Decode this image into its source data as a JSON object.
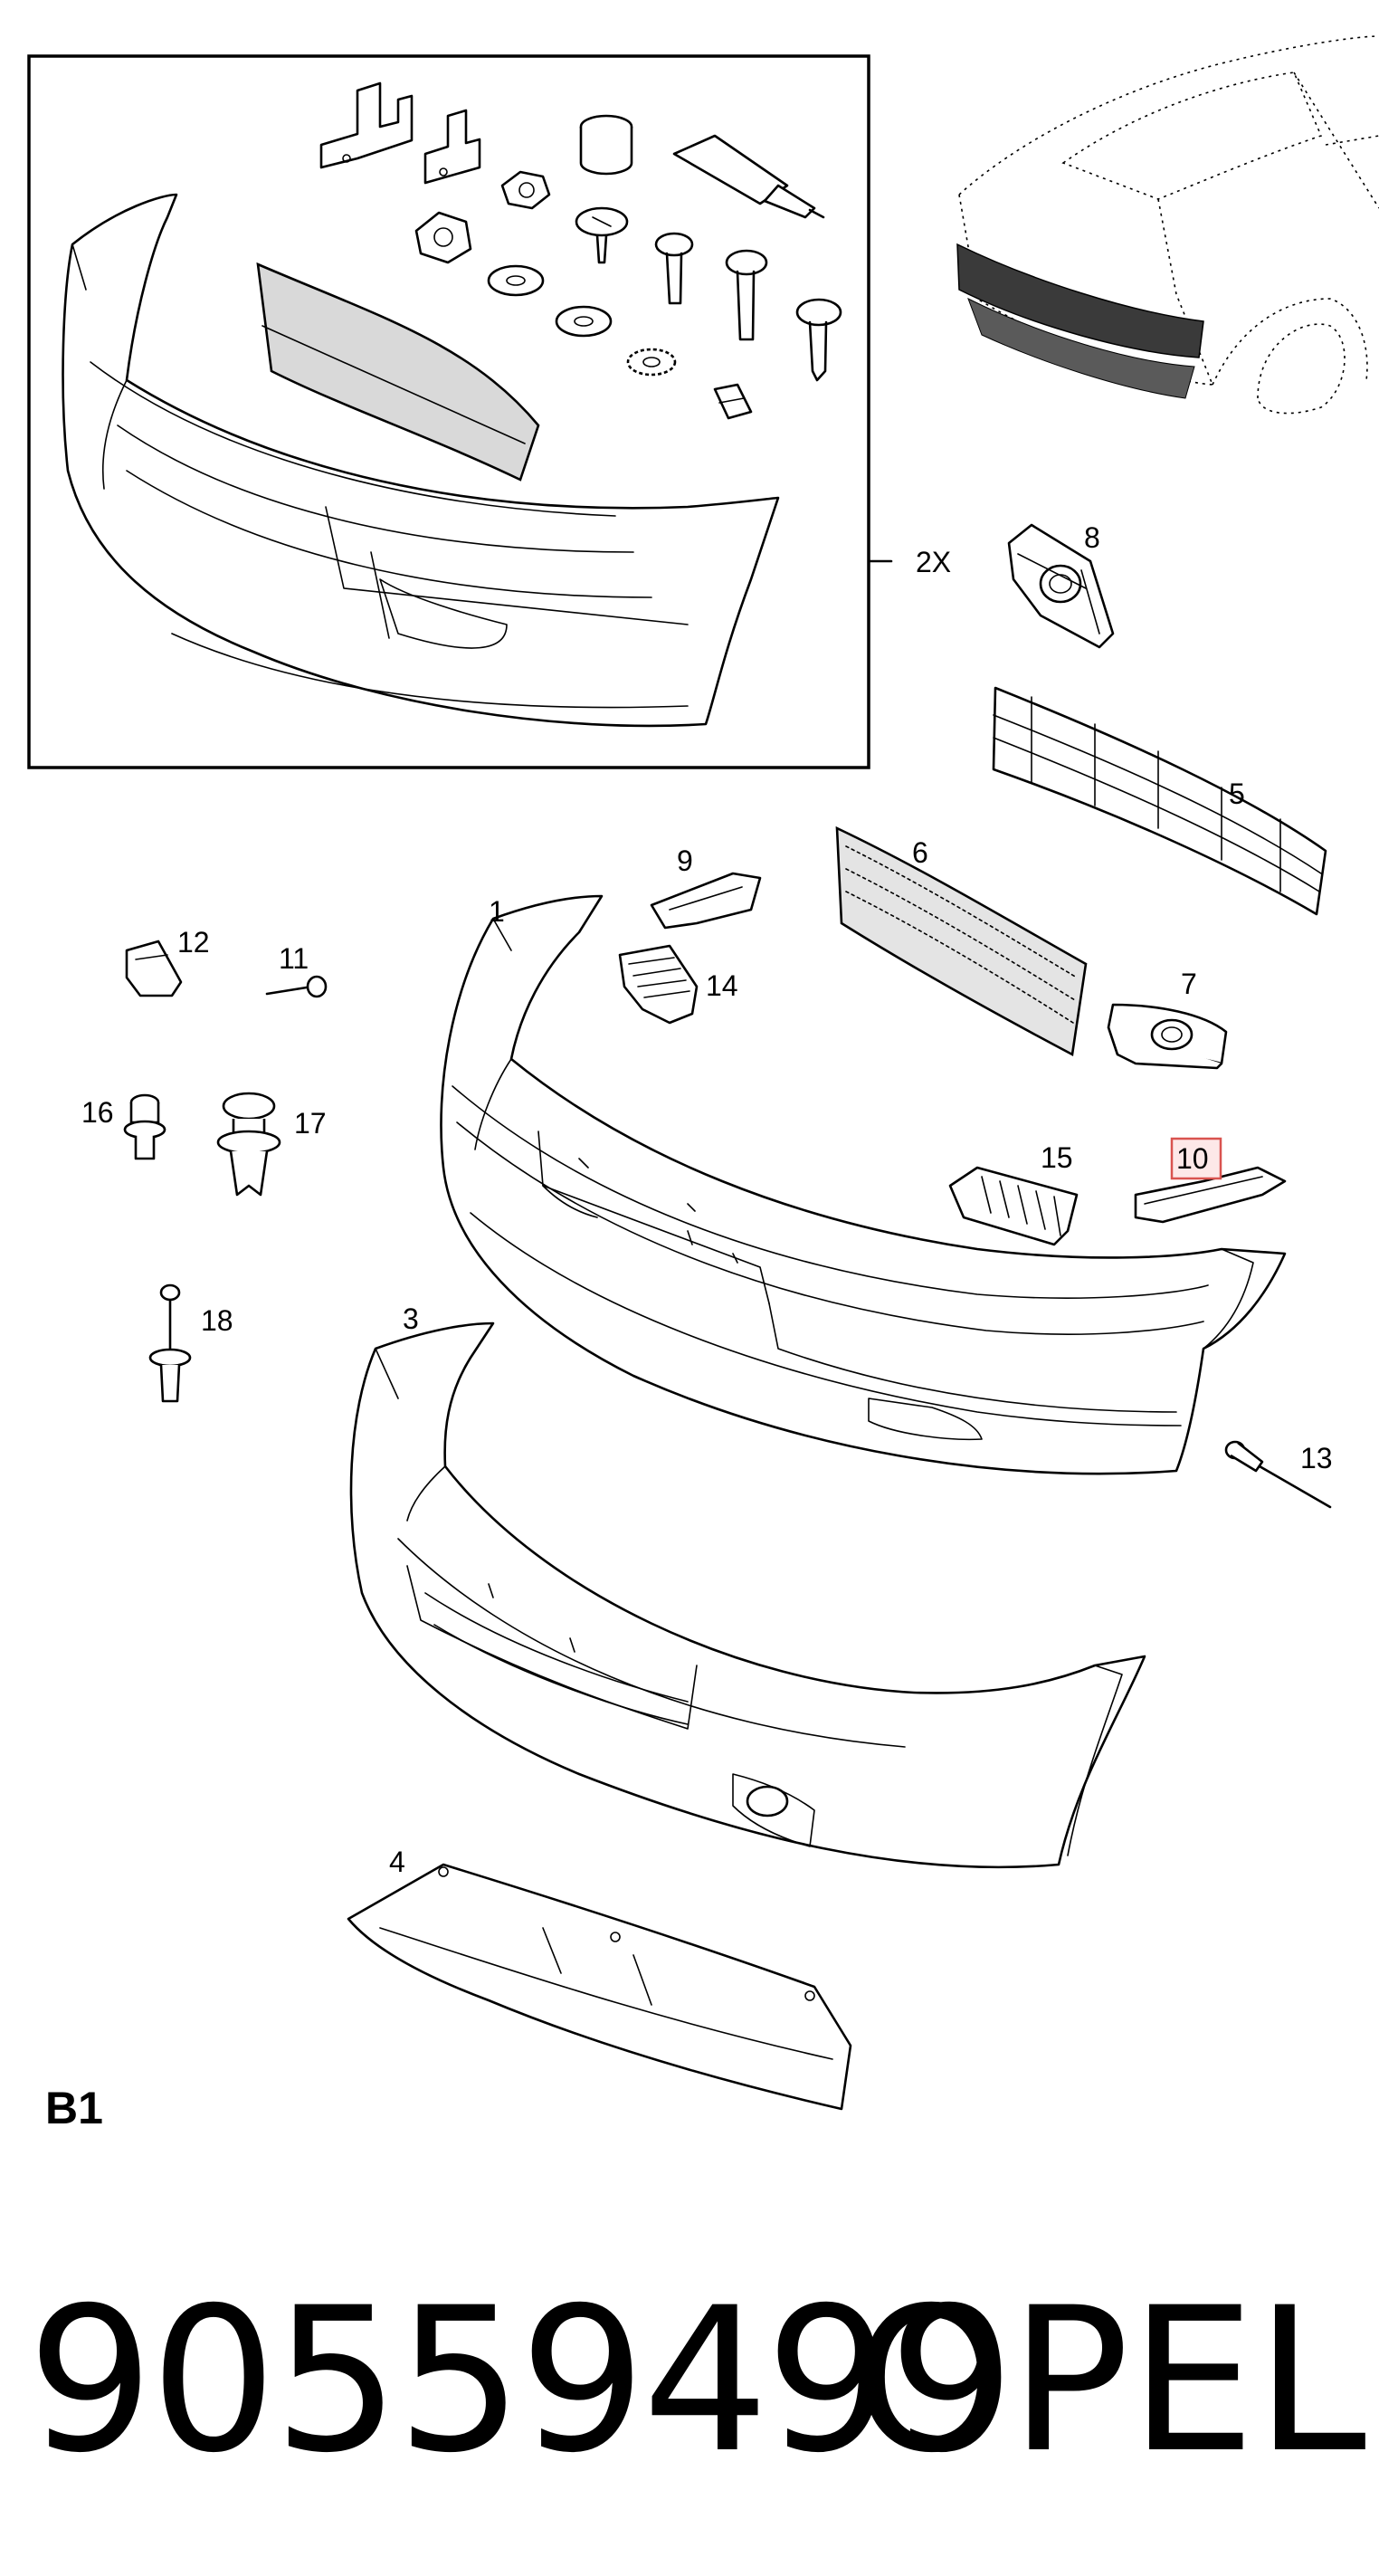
{
  "diagram": {
    "section": "B1",
    "part_number": "90559499",
    "brand": "OPEL",
    "kit_quantity": "2X",
    "highlighted_callout": "10",
    "callouts": [
      "1",
      "2X",
      "3",
      "4",
      "5",
      "6",
      "7",
      "8",
      "9",
      "10",
      "11",
      "12",
      "13",
      "14",
      "15",
      "16",
      "17",
      "18"
    ]
  }
}
